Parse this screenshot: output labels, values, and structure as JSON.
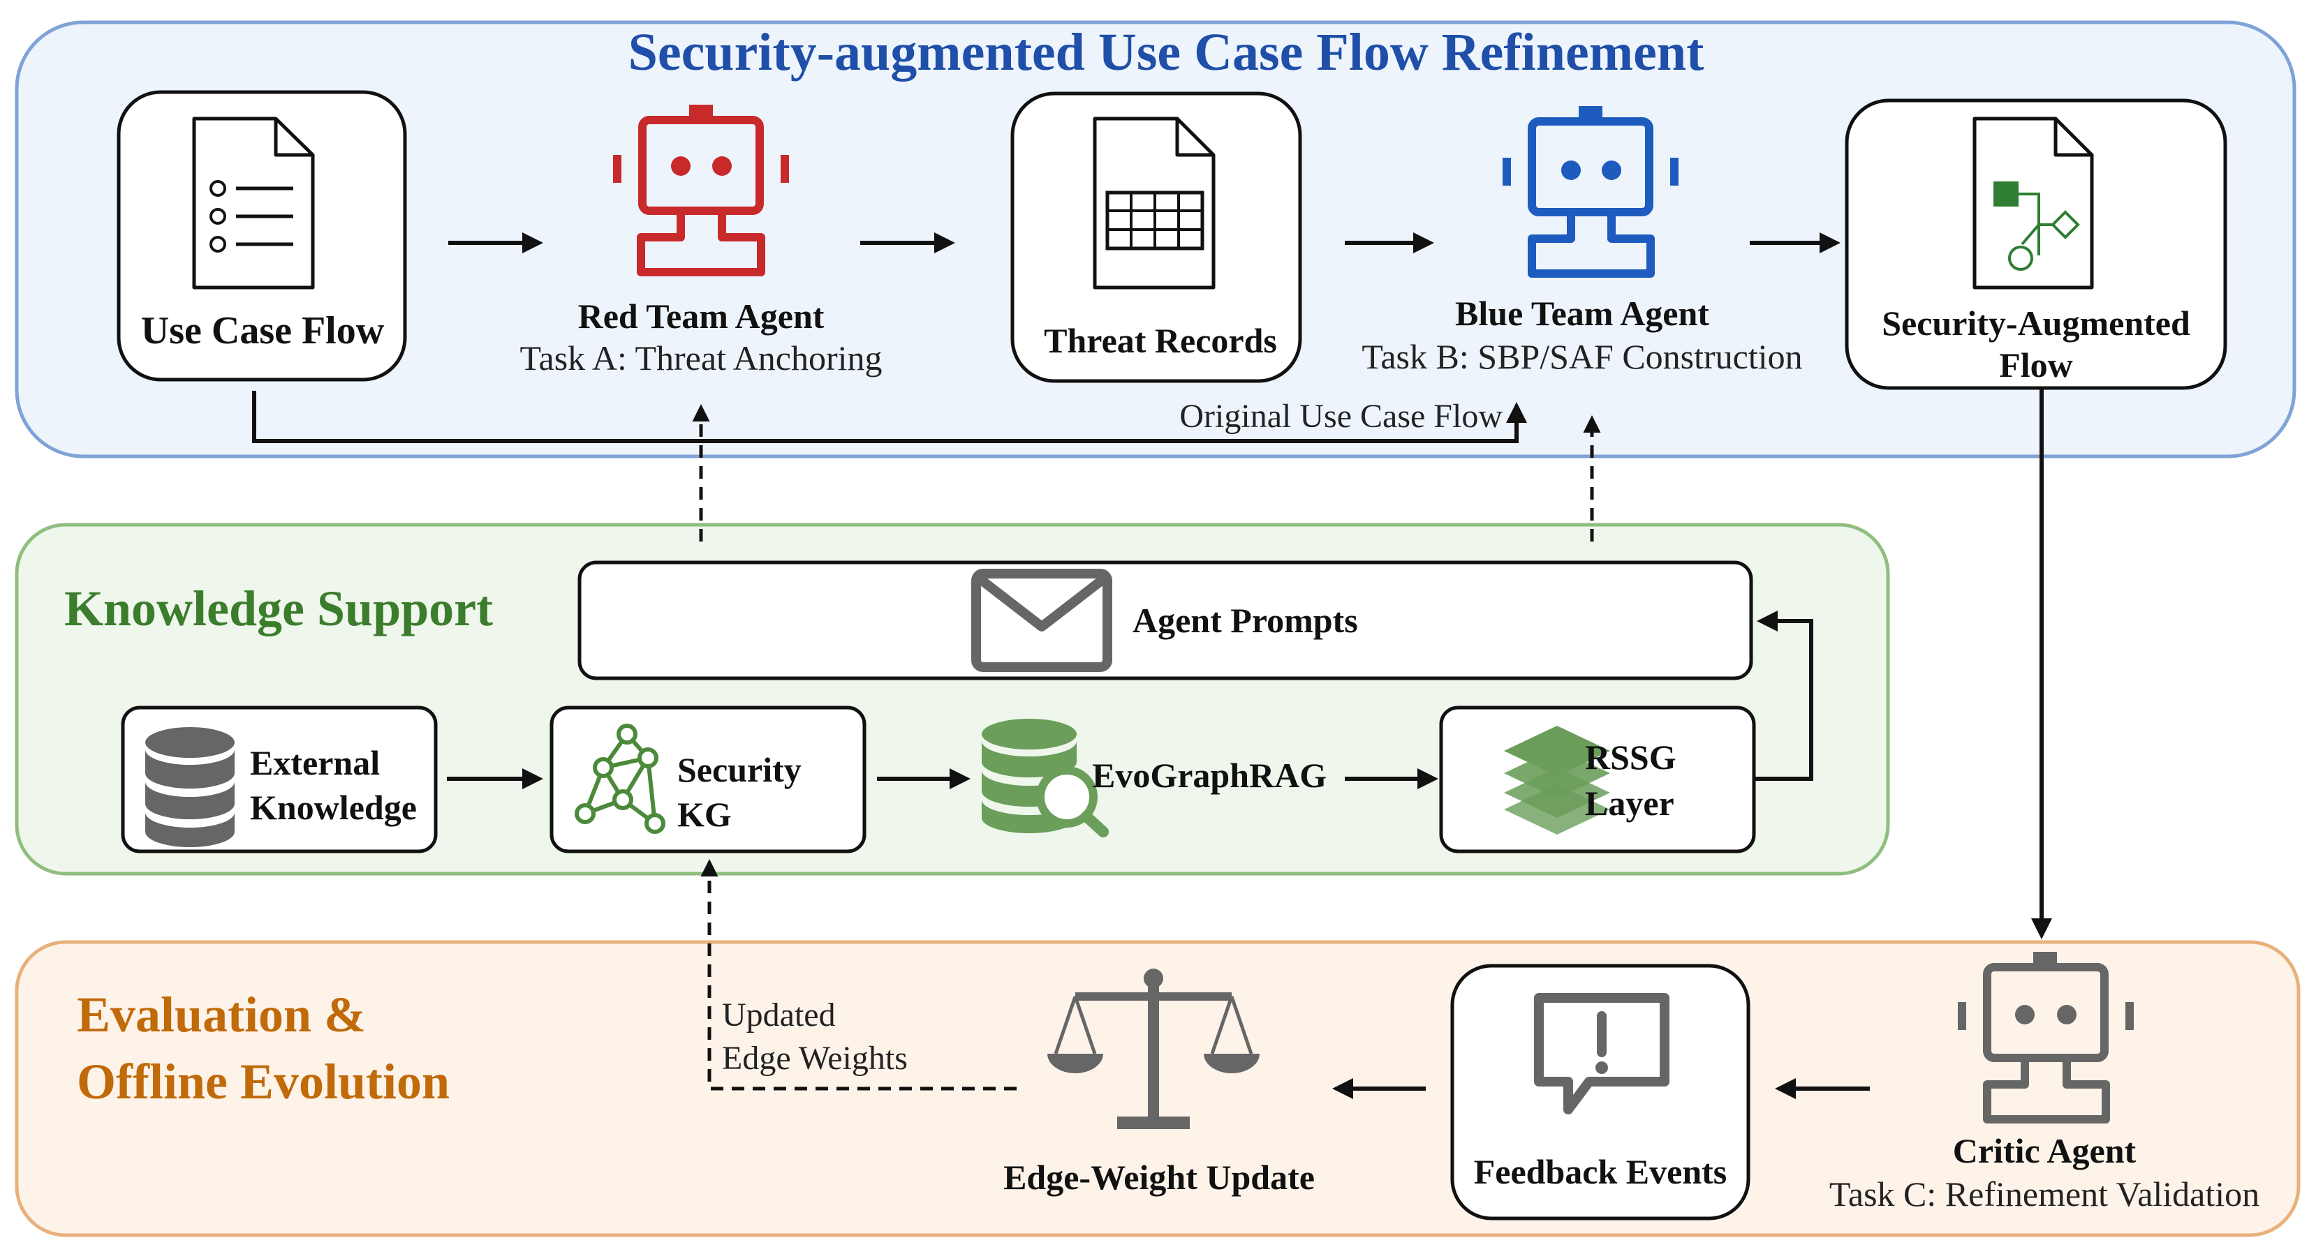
{
  "colors": {
    "top_panel_fill": "#eef4fc",
    "top_panel_stroke": "#7fa3d6",
    "top_title": "#1f4fa8",
    "mid_panel_fill": "#eff6ec",
    "mid_panel_stroke": "#8fbe7e",
    "mid_title": "#3b7d2c",
    "bot_panel_fill": "#fdf3e9",
    "bot_panel_stroke": "#e8b07a",
    "bot_title": "#c06a0a",
    "red_agent": "#c8292a",
    "blue_agent": "#1d5bbf",
    "critic_agent": "#666666",
    "green_icon": "#6a9e5a",
    "doc_green": "#2e7d32"
  },
  "top": {
    "title": "Security-augmented Use Case Flow Refinement",
    "use_case_flow": "Use Case Flow",
    "red_team_agent": "Red Team Agent",
    "red_team_task": "Task A: Threat Anchoring",
    "threat_records": "Threat Records",
    "blue_team_agent": "Blue Team Agent",
    "blue_team_task": "Task B: SBP/SAF Construction",
    "security_augmented_line1": "Security-Augmented",
    "security_augmented_line2": "Flow",
    "original_flow_label": "Original Use Case Flow"
  },
  "middle": {
    "title": "Knowledge Support",
    "agent_prompts": "Agent Prompts",
    "external_line1": "External",
    "external_line2": "Knowledge",
    "kg_line1": "Security",
    "kg_line2": "KG",
    "evographrag": "EvoGraphRAG",
    "rssg_line1": "RSSG",
    "rssg_line2": "Layer"
  },
  "bottom": {
    "title_line1": "Evaluation &",
    "title_line2": "Offline Evolution",
    "updated_line1": "Updated",
    "updated_line2": "Edge Weights",
    "edge_weight_update": "Edge-Weight Update",
    "feedback_events": "Feedback Events",
    "critic_agent": "Critic Agent",
    "critic_task": "Task C: Refinement Validation"
  }
}
